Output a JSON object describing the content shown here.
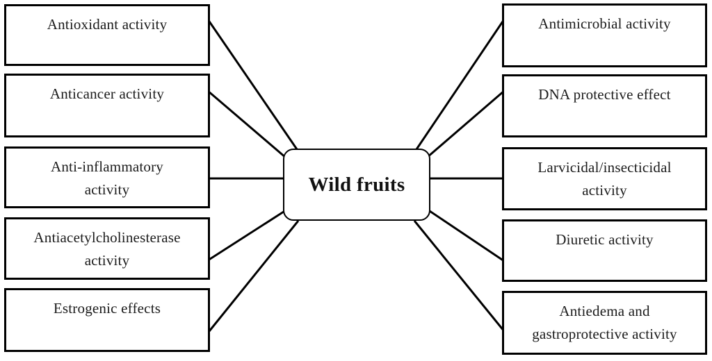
{
  "figure": {
    "center_node": {
      "label": "Wild fruits"
    },
    "left_nodes": [
      {
        "label": "Antioxidant activity"
      },
      {
        "label": "Anticancer activity"
      },
      {
        "label": "Anti-inflammatory activity"
      },
      {
        "label": "Antiacetylcholinesterase activity"
      },
      {
        "label": "Estrogenic effects"
      }
    ],
    "right_nodes": [
      {
        "label": "Antimicrobial activity"
      },
      {
        "label": "DNA protective effect"
      },
      {
        "label": "Larvicidal/insecticidal activity"
      },
      {
        "label": "Diuretic activity"
      },
      {
        "label": "Antiedema and gastroprotective activity"
      }
    ],
    "colors": {
      "background": "#ffffff",
      "box_fill": "#ffffff",
      "box_border": "#000000",
      "connector": "#000000",
      "text": "#1b1b1b"
    }
  }
}
